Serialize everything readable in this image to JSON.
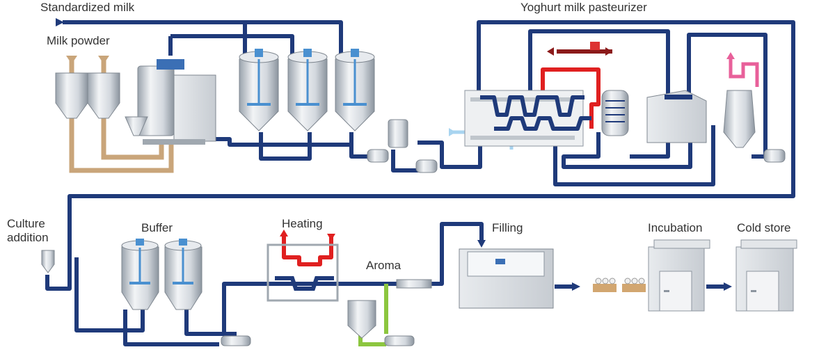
{
  "labels": {
    "standardized_milk": "Standardized milk",
    "milk_powder": "Milk powder",
    "pasteurizer": "Yoghurt milk pasteurizer",
    "culture_line1": "Culture",
    "culture_line2": "addition",
    "buffer": "Buffer",
    "heating": "Heating",
    "aroma": "Aroma",
    "filling": "Filling",
    "incubation": "Incubation",
    "cold_store": "Cold store"
  },
  "colors": {
    "product_line": "#1f3a7a",
    "powder_line": "#c9a57a",
    "heating_line": "#e02020",
    "cooling_line": "#a8d4f0",
    "aroma_line": "#8cc63f",
    "steam_line": "#8b1a1a",
    "pink_line": "#e8609a",
    "tank_steel": "#d9dde2",
    "tank_cap": "#4a90d0"
  }
}
